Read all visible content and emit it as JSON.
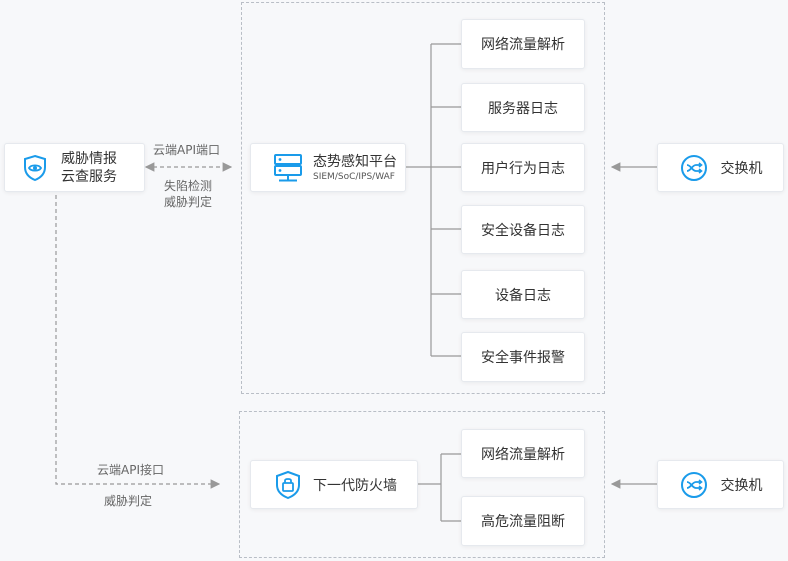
{
  "intel": {
    "line1": "威胁情报",
    "line2": "云查服务",
    "icon": "shield-eye-icon"
  },
  "top_link": {
    "label1": "云端API端口",
    "label2": "失陷检测",
    "label3": "威胁判定"
  },
  "bottom_link": {
    "label1": "云端API接口",
    "label2": "威胁判定"
  },
  "platform": {
    "title": "态势感知平台",
    "subtitle": "SIEM/SoC/IPS/WAF",
    "icon": "server-icon"
  },
  "logs": [
    {
      "label": "网络流量解析"
    },
    {
      "label": "服务器日志"
    },
    {
      "label": "用户行为日志"
    },
    {
      "label": "安全设备日志"
    },
    {
      "label": "设备日志"
    },
    {
      "label": "安全事件报警"
    }
  ],
  "firewall": {
    "title": "下一代防火墙",
    "icon": "shield-lock-icon"
  },
  "fw_items": [
    {
      "label": "网络流量解析"
    },
    {
      "label": "高危流量阻断"
    }
  ],
  "switch_top": {
    "label": "交换机",
    "icon": "switch-icon"
  },
  "switch_bottom": {
    "label": "交换机",
    "icon": "switch-icon"
  },
  "colors": {
    "accent": "#1a9bea",
    "line": "#999999",
    "dashed": "#b9bec6"
  }
}
